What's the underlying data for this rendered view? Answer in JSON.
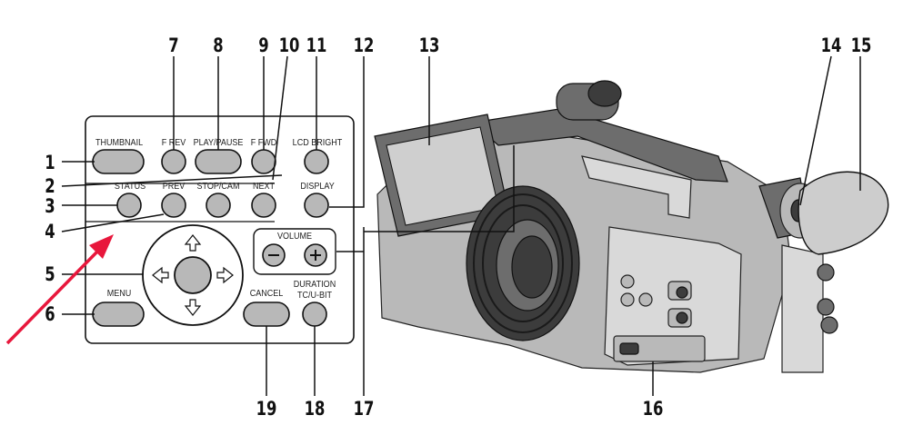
{
  "callouts": {
    "n1": "1",
    "n2": "2",
    "n3": "3",
    "n4": "4",
    "n5": "5",
    "n6": "6",
    "n7": "7",
    "n8": "8",
    "n9": "9",
    "n10": "10",
    "n11": "11",
    "n12": "12",
    "n13": "13",
    "n14": "14",
    "n15": "15",
    "n16": "16",
    "n17": "17",
    "n18": "18",
    "n19": "19"
  },
  "buttons": {
    "thumbnail": "THUMBNAIL",
    "f_rev": "F REV",
    "play_pause": "PLAY/PAUSE",
    "f_fwd": "F FWD",
    "lcd_bright": "LCD BRIGHT",
    "status": "STATUS",
    "prev": "PREV",
    "stop_cam": "STOP/CAM",
    "next": "NEXT",
    "display": "DISPLAY",
    "volume": "VOLUME",
    "menu": "MENU",
    "cancel": "CANCEL",
    "duration_line1": "DURATION",
    "duration_line2": "TC/U-BIT"
  },
  "colors": {
    "arrow": "#e8173c",
    "button_fill": "#b8b8b8",
    "outline": "#111111"
  },
  "icons": {
    "volume_minus": "minus-icon",
    "volume_plus": "plus-icon",
    "up": "arrow-up-icon",
    "down": "arrow-down-icon",
    "left": "arrow-left-icon",
    "right": "arrow-right-icon"
  }
}
